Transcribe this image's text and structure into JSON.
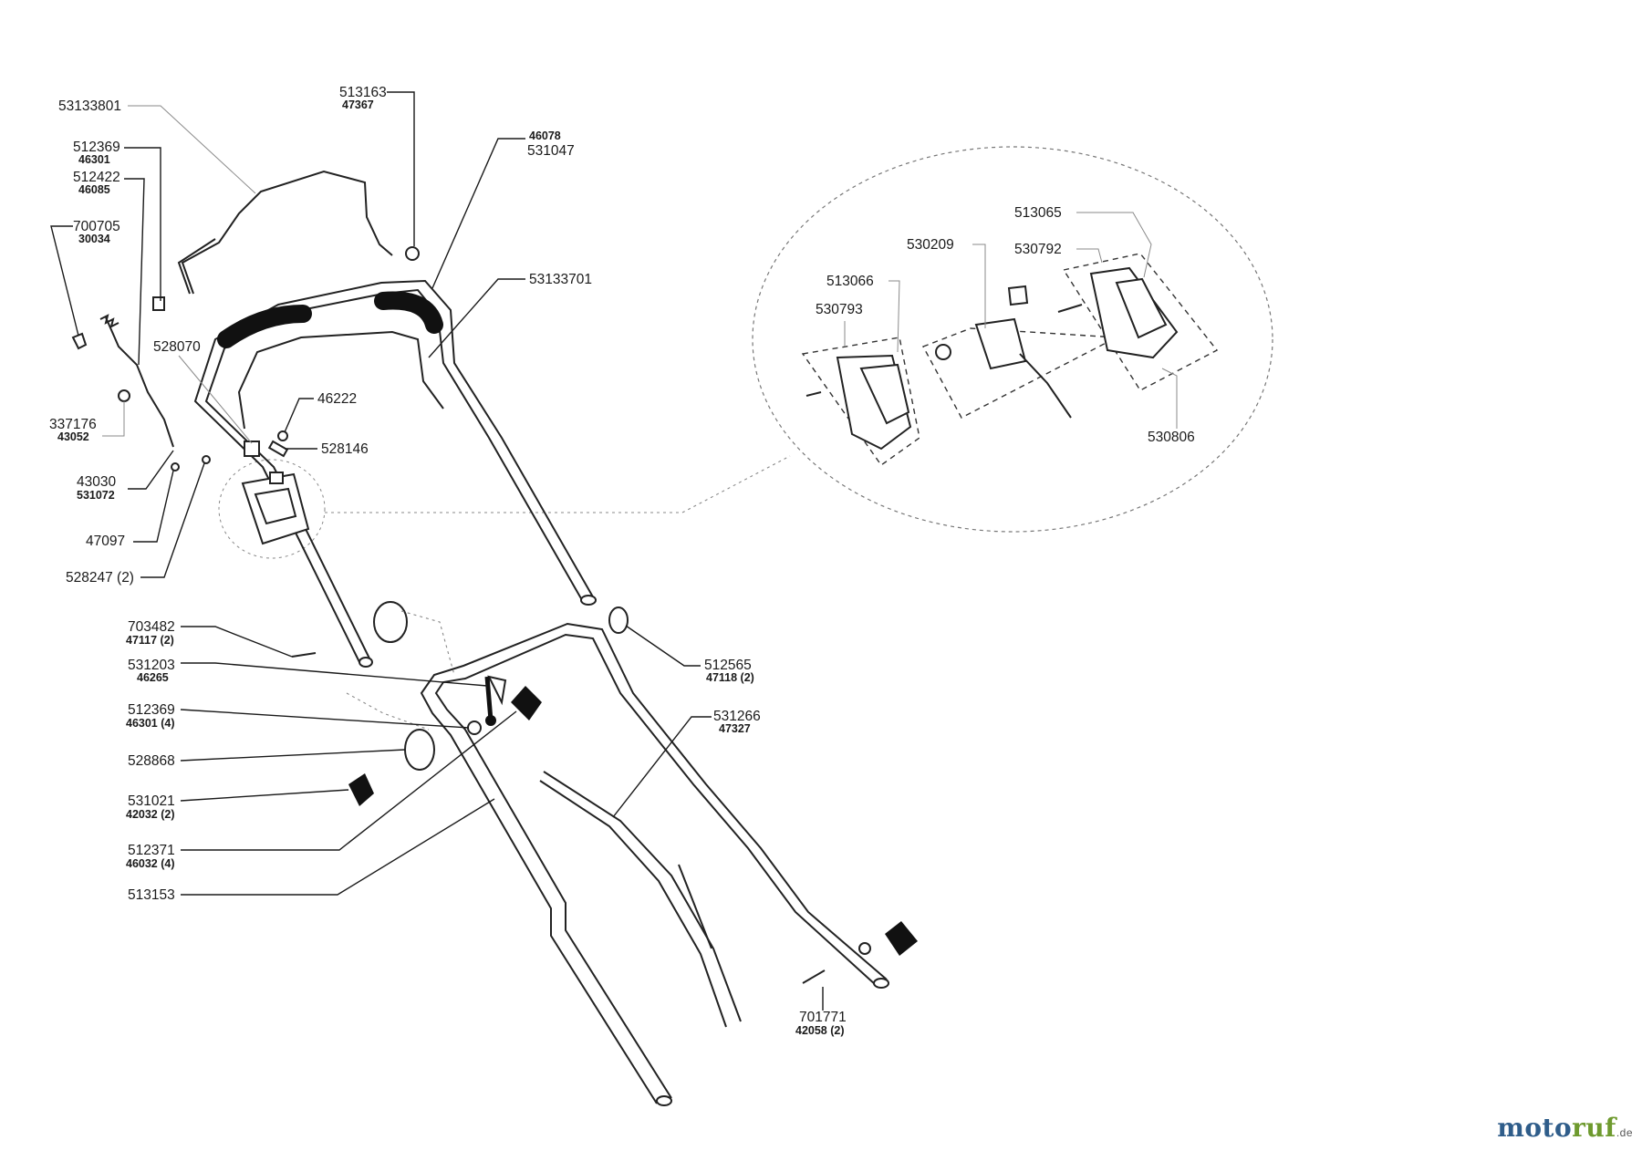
{
  "labels": {
    "l53133801": "53133801",
    "l513163": "513163",
    "l47367": "47367",
    "l46078": "46078",
    "l531047": "531047",
    "l512369a": "512369",
    "l46301a": "46301",
    "l512422": "512422",
    "l46085": "46085",
    "l700705": "700705",
    "l30034": "30034",
    "l53133701": "53133701",
    "l528070": "528070",
    "l46222": "46222",
    "l528146": "528146",
    "l337176": "337176",
    "l43052": "43052",
    "l43030": "43030",
    "l531072": "531072",
    "l47097": "47097",
    "l528247": "528247 (2)",
    "l703482": "703482",
    "l47117": "47117 (2)",
    "l531203": "531203",
    "l46265": "46265",
    "l512369b": "512369",
    "l46301b": "46301 (4)",
    "l528868": "528868",
    "l531021": "531021",
    "l42032": "42032 (2)",
    "l512371": "512371",
    "l46032": "46032 (4)",
    "l513153": "513153",
    "l512565": "512565",
    "l47118": "47118 (2)",
    "l531266": "531266",
    "l47327": "47327",
    "l701771": "701771",
    "l42058": "42058 (2)",
    "l513065": "513065",
    "l530209": "530209",
    "l530792": "530792",
    "l513066": "513066",
    "l530793": "530793",
    "l530806": "530806"
  },
  "logo": {
    "part1": "moto",
    "part2": "ruf",
    "tld": ".de"
  }
}
